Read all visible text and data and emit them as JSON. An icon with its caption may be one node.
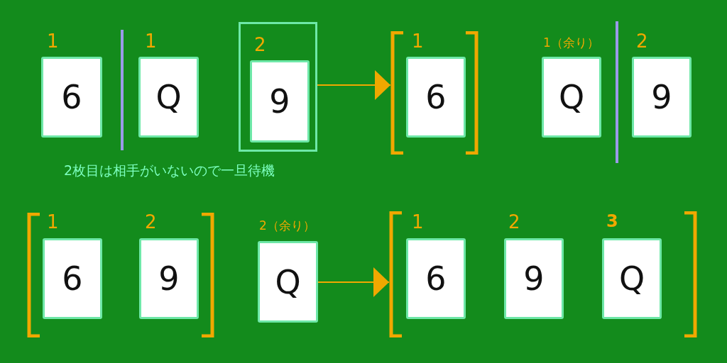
{
  "diagram": {
    "nodes": [
      {
        "text": [
          "6"
        ],
        "beside": [
          "1"
        ]
      },
      {
        "text": [
          "Q"
        ],
        "beside": [
          "1"
        ]
      },
      {
        "text": [],
        "shape": "box"
      },
      {
        "text": [
          "9"
        ],
        "beside": [
          "2"
        ],
        "in": 2
      },
      {
        "text": [],
        "shape": "bracket"
      },
      {
        "text": [
          "6"
        ],
        "beside": [
          "1"
        ],
        "in": 4
      },
      {
        "text": [
          "Q"
        ],
        "beside": [
          "1（余り）"
        ]
      },
      {
        "text": [
          "9"
        ],
        "beside": [
          "2"
        ]
      },
      {
        "text": [],
        "shape": "bracket"
      },
      {
        "text": [
          "6"
        ],
        "beside": [
          "1"
        ],
        "in": 8
      },
      {
        "text": [
          "9"
        ],
        "beside": [
          "2"
        ],
        "in": 8
      },
      {
        "text": [
          "Q"
        ],
        "beside": [
          "2（余り）"
        ]
      },
      {
        "text": [],
        "shape": "bracket"
      },
      {
        "text": [
          "6"
        ],
        "beside": [
          "1"
        ],
        "in": 12
      },
      {
        "text": [
          "9"
        ],
        "beside": [
          "2"
        ],
        "in": 12
      },
      {
        "text": [
          "Q"
        ],
        "beside": [
          "3"
        ],
        "in": 12
      }
    ],
    "edges": [
      {
        "from": 2,
        "to": 4,
        "arrow": "to"
      },
      {
        "from": 11,
        "to": 12,
        "arrow": "to"
      }
    ],
    "labels": [
      "2枚目は相手がいないので一旦待機"
    ]
  }
}
